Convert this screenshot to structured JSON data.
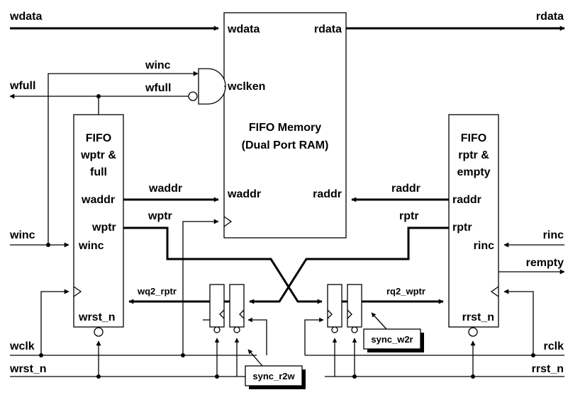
{
  "signals": {
    "wdata": "wdata",
    "rdata": "rdata",
    "winc": "winc",
    "wfull": "wfull",
    "wclk": "wclk",
    "wrst_n": "wrst_n",
    "rinc": "rinc",
    "rempty": "rempty",
    "rclk": "rclk",
    "rrst_n": "rrst_n",
    "waddr": "waddr",
    "raddr": "raddr",
    "wptr": "wptr",
    "rptr": "rptr",
    "wq2_rptr": "wq2_rptr",
    "rq2_wptr": "rq2_wptr"
  },
  "memory": {
    "title_line1": "FIFO Memory",
    "title_line2": "(Dual Port RAM)",
    "port_wdata": "wdata",
    "port_rdata": "rdata",
    "port_wclken": "wclken",
    "port_waddr": "waddr",
    "port_raddr": "raddr"
  },
  "write_block": {
    "title_line1": "FIFO",
    "title_line2": "wptr &",
    "title_line3": "full",
    "port_waddr": "waddr",
    "port_wptr": "wptr",
    "port_winc": "winc",
    "port_wrst_n": "wrst_n"
  },
  "read_block": {
    "title_line1": "FIFO",
    "title_line2": "rptr &",
    "title_line3": "empty",
    "port_raddr": "raddr",
    "port_rptr": "rptr",
    "port_rinc": "rinc",
    "port_rrst_n": "rrst_n"
  },
  "sync": {
    "r2w": "sync_r2w",
    "w2r": "sync_w2r"
  }
}
